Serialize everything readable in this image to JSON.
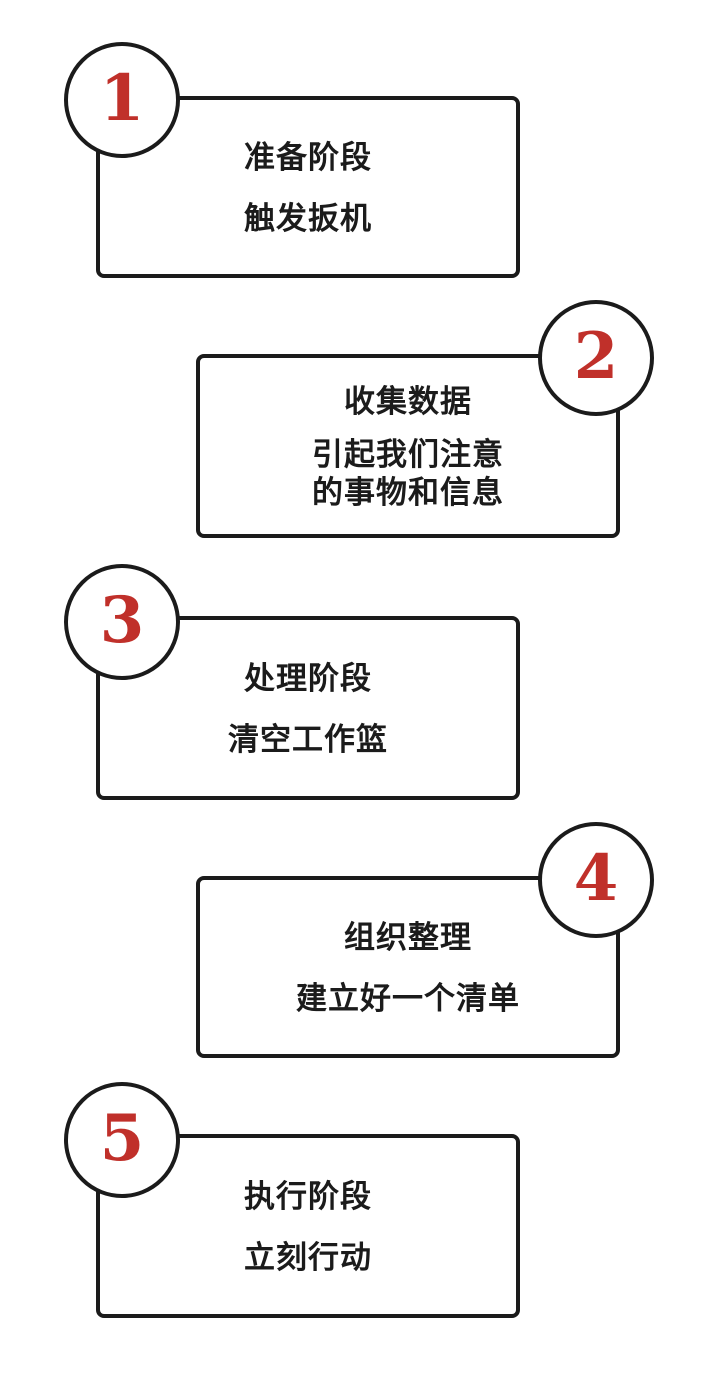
{
  "steps": [
    {
      "number": "1",
      "title": "准备阶段",
      "desc": "触发扳机"
    },
    {
      "number": "2",
      "title": "收集数据",
      "desc": "引起我们注意\n的事物和信息"
    },
    {
      "number": "3",
      "title": "处理阶段",
      "desc": "清空工作篮"
    },
    {
      "number": "4",
      "title": "组织整理",
      "desc": "建立好一个清单"
    },
    {
      "number": "5",
      "title": "执行阶段",
      "desc": "立刻行动"
    }
  ],
  "colors": {
    "accent": "#c0302a",
    "outline": "#1b1b1b",
    "background": "#ffffff"
  }
}
